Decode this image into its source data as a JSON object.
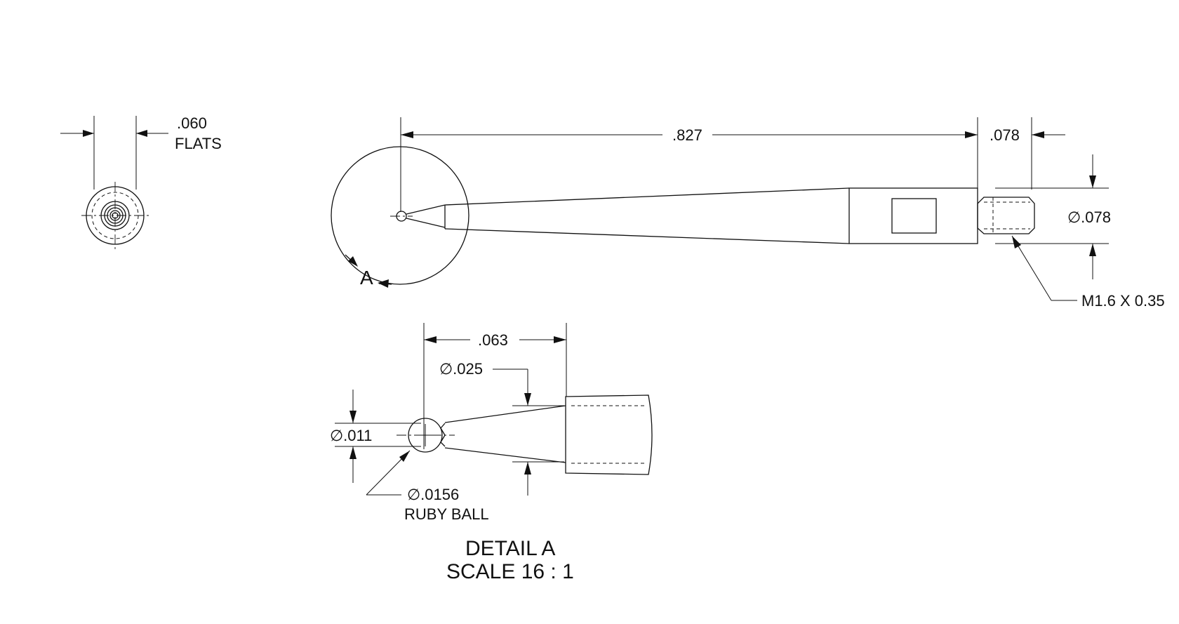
{
  "end_view": {
    "flats_value": ".060",
    "flats_label": "FLATS"
  },
  "main_view": {
    "overall_length": ".827",
    "thread_length": ".078",
    "diameter": "∅.078",
    "thread_callout": "M1.6 X 0.35",
    "detail_label": "A"
  },
  "detail_view": {
    "tip_length": ".063",
    "cone_diameter": "∅.025",
    "stem_diameter": "∅.011",
    "ball_diameter": "∅.0156",
    "ball_label": "RUBY BALL",
    "title": "DETAIL A",
    "scale": "SCALE 16 : 1"
  }
}
